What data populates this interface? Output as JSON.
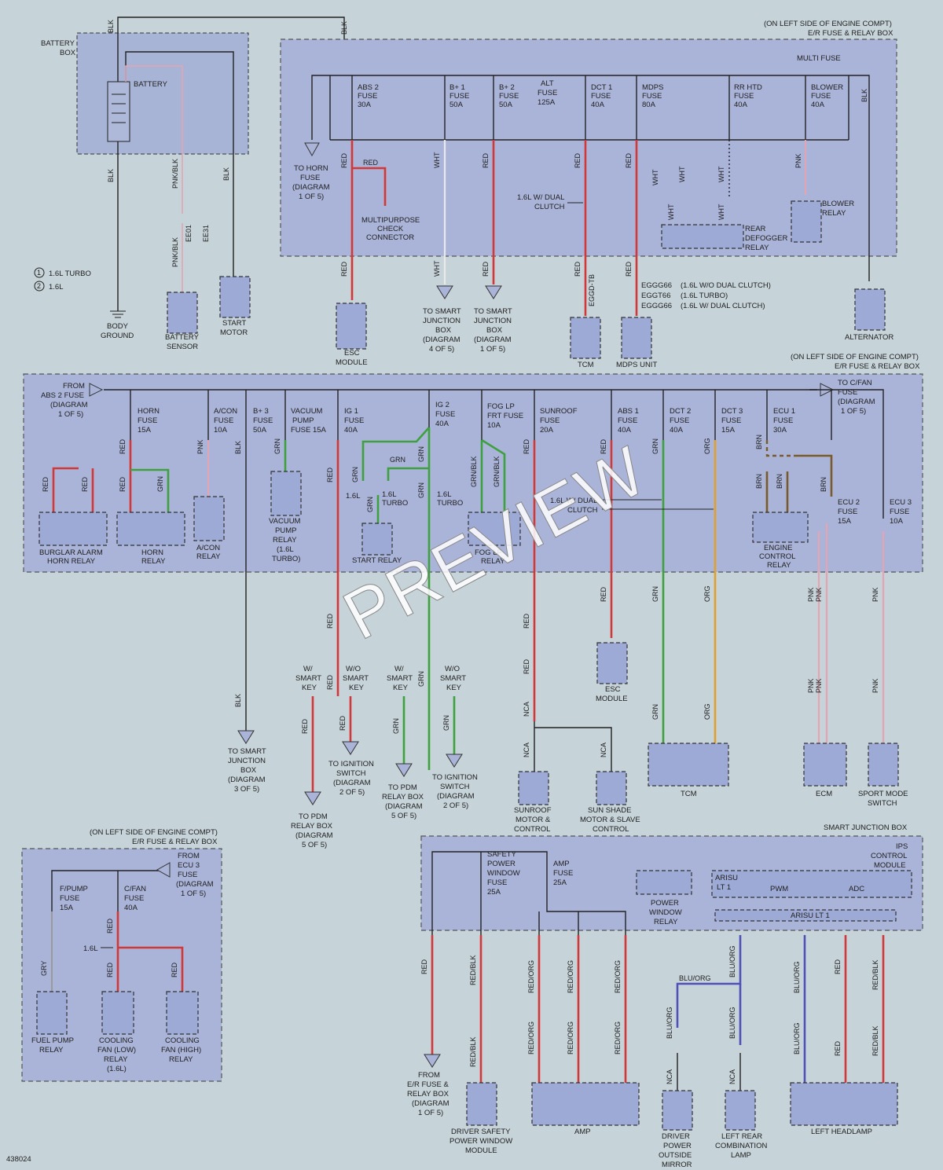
{
  "doc_id": "438024",
  "watermark": "PREVIEW",
  "colors": {
    "red": "#d23838",
    "pink": "#e5a4b4",
    "green": "#3ea03e",
    "orange": "#e0a030",
    "white": "#e9e9e9",
    "black": "#222222",
    "gray": "#9a9a9a",
    "brown": "#7a5a2a",
    "blue": "#5050b8"
  },
  "legend": [
    {
      "num": "1",
      "text": "1.6L TURBO"
    },
    {
      "num": "2",
      "text": "1.6L"
    }
  ],
  "top": {
    "battery_box_line1": "BATTERY",
    "battery_box_line2": "BOX",
    "battery": "BATTERY",
    "er_line1": "(ON LEFT SIDE OF ENGINE COMPT)",
    "er_line2": "E/R FUSE & RELAY BOX",
    "multi_fuse": "MULTI FUSE",
    "fuses": [
      {
        "n": "ABS 2",
        "t": "FUSE",
        "a": "30A"
      },
      {
        "n": "B+ 1",
        "t": "FUSE",
        "a": "50A"
      },
      {
        "n": "B+ 2",
        "t": "FUSE",
        "a": "50A"
      },
      {
        "n": "ALT",
        "t": "FUSE",
        "a": "125A"
      },
      {
        "n": "DCT 1",
        "t": "FUSE",
        "a": "40A"
      },
      {
        "n": "MDPS",
        "t": "FUSE",
        "a": "80A"
      },
      {
        "n": "RR HTD",
        "t": "FUSE",
        "a": "40A"
      },
      {
        "n": "BLOWER",
        "t": "FUSE",
        "a": "40A"
      }
    ],
    "to_horn": [
      "TO HORN",
      "FUSE",
      "(DIAGRAM",
      "1 OF 5)"
    ],
    "multipurpose": [
      "MULTIPURPOSE",
      "CHECK",
      "CONNECTOR"
    ],
    "dual_clutch": [
      "1.6L W/ DUAL",
      "CLUTCH"
    ],
    "rear_defogger": [
      "REAR",
      "DEFOGGER",
      "RELAY"
    ],
    "blower_relay": [
      "BLOWER",
      "RELAY"
    ],
    "body_ground": [
      "BODY",
      "GROUND"
    ],
    "battery_sensor": [
      "BATTERY",
      "SENSOR"
    ],
    "start_motor": [
      "START",
      "MOTOR"
    ],
    "esc_module": [
      "ESC",
      "MODULE"
    ],
    "to_smart_b": [
      "TO SMART",
      "JUNCTION",
      "BOX",
      "(DIAGRAM",
      "4 OF 5)"
    ],
    "to_smart_c": [
      "TO SMART",
      "JUNCTION",
      "BOX",
      "(DIAGRAM",
      "1 OF 5)"
    ],
    "tcm": "TCM",
    "mdps": "MDPS UNIT",
    "alternator": "ALTERNATOR",
    "eggg": [
      {
        "c": "EGGG66",
        "t": "(1.6L W/O DUAL CLUTCH)"
      },
      {
        "c": "EGGT66",
        "t": "(1.6L TURBO)"
      },
      {
        "c": "EGGG66",
        "t": "(1.6L W/ DUAL CLUTCH)"
      }
    ],
    "conn_ee01": "EE01",
    "conn_ee31": "EE31",
    "conn_eggd": "EGGD-TB"
  },
  "mid": {
    "er_line1": "(ON LEFT SIDE OF ENGINE COMPT)",
    "er_line2": "E/R FUSE & RELAY BOX",
    "from_abs2": [
      "FROM",
      "ABS 2 FUSE",
      "(DIAGRAM",
      "1 OF 5)"
    ],
    "to_cfan": [
      "TO C/FAN",
      "FUSE",
      "(DIAGRAM",
      "1 OF 5)"
    ],
    "fuses": [
      {
        "n": "HORN",
        "t": "FUSE",
        "a": "15A"
      },
      {
        "n": "A/CON",
        "t": "FUSE",
        "a": "10A"
      },
      {
        "n": "B+ 3",
        "t": "FUSE",
        "a": "50A"
      },
      {
        "n": "VACUUM",
        "t": "PUMP",
        "a": "FUSE 15A"
      },
      {
        "n": "IG 1",
        "t": "FUSE",
        "a": "40A"
      },
      {
        "n": "IG 2",
        "t": "FUSE",
        "a": "40A"
      },
      {
        "n": "FOG LP",
        "t": "FRT FUSE",
        "a": "10A"
      },
      {
        "n": "SUNROOF",
        "t": "FUSE",
        "a": "20A"
      },
      {
        "n": "ABS 1",
        "t": "FUSE",
        "a": "40A"
      },
      {
        "n": "DCT 2",
        "t": "FUSE",
        "a": "40A"
      },
      {
        "n": "DCT 3",
        "t": "FUSE",
        "a": "15A"
      },
      {
        "n": "ECU 1",
        "t": "FUSE",
        "a": "30A"
      }
    ],
    "ecu2": [
      "ECU 2",
      "FUSE",
      "15A"
    ],
    "ecu3": [
      "ECU 3",
      "FUSE",
      "10A"
    ],
    "burglar": [
      "BURGLAR ALARM",
      "HORN RELAY"
    ],
    "horn_relay": [
      "HORN",
      "RELAY"
    ],
    "acon_relay": [
      "A/CON",
      "RELAY"
    ],
    "vacuum_relay": [
      "VACUUM",
      "PUMP",
      "RELAY",
      "(1.6L",
      "TURBO)"
    ],
    "start_relay": "START RELAY",
    "fog_relay": [
      "FOG LP",
      "RELAY"
    ],
    "engine_relay": [
      "ENGINE",
      "CONTROL",
      "RELAY"
    ],
    "dual_clutch": [
      "1.6L W/ DUAL",
      "CLUTCH"
    ],
    "l16": "1.6L",
    "turbo": "1.6L TURBO",
    "l16b": "1.6L",
    "turbo_b": "1.6L",
    "turbo_c": "TURBO",
    "turbo_d": "TURBO"
  },
  "low": {
    "wsk": [
      "W/",
      "SMART",
      "KEY"
    ],
    "wosk": [
      "W/O",
      "SMART",
      "KEY"
    ],
    "to_smart_d": [
      "TO SMART",
      "JUNCTION",
      "BOX",
      "(DIAGRAM",
      "3 OF 5)"
    ],
    "to_pdm_r": [
      "TO PDM",
      "RELAY BOX",
      "(DIAGRAM",
      "5 OF 5)"
    ],
    "to_ign_e": [
      "TO IGNITION",
      "SWITCH",
      "(DIAGRAM",
      "2 OF 5)"
    ],
    "to_pdm_s": [
      "TO PDM",
      "RELAY BOX",
      "(DIAGRAM",
      "5 OF 5)"
    ],
    "to_ign_f": [
      "TO IGNITION",
      "SWITCH",
      "(DIAGRAM",
      "2 OF 5)"
    ],
    "sunroof": [
      "SUNROOF",
      "MOTOR &",
      "CONTROL"
    ],
    "sunshade": [
      "SUN SHADE",
      "MOTOR & SLAVE",
      "CONTROL"
    ],
    "esc": [
      "ESC",
      "MODULE"
    ],
    "tcm": "TCM",
    "ecm": "ECM",
    "sport": [
      "SPORT MODE",
      "SWITCH"
    ]
  },
  "bl": {
    "er_line1": "(ON LEFT SIDE OF ENGINE COMPT)",
    "er_line2": "E/R FUSE & RELAY BOX",
    "from_ecu3": [
      "FROM",
      "ECU 3",
      "FUSE",
      "(DIAGRAM",
      "1 OF 5)"
    ],
    "fpump": [
      "F/PUMP",
      "FUSE",
      "15A"
    ],
    "cfan": [
      "C/FAN",
      "FUSE",
      "40A"
    ],
    "fuel_relay": [
      "FUEL PUMP",
      "RELAY"
    ],
    "fan_low": [
      "COOLING",
      "FAN (LOW)",
      "RELAY",
      "(1.6L)"
    ],
    "fan_high": [
      "COOLING",
      "FAN (HIGH)",
      "RELAY"
    ],
    "l16": "1.6L"
  },
  "br": {
    "sjb": "SMART JUNCTION BOX",
    "ips": [
      "IPS",
      "CONTROL",
      "MODULE"
    ],
    "safety": [
      "SAFETY",
      "POWER",
      "WINDOW",
      "FUSE",
      "25A"
    ],
    "amp_fuse": [
      "AMP",
      "FUSE",
      "25A"
    ],
    "pw_relay": [
      "POWER",
      "WINDOW",
      "RELAY"
    ],
    "arisu": [
      "ARISU",
      "LT 1"
    ],
    "pwm": "PWM",
    "adc": "ADC",
    "arisu_lt1": "ARISU LT 1",
    "from_er": [
      "FROM",
      "E/R FUSE &",
      "RELAY BOX",
      "(DIAGRAM",
      "1 OF 5)"
    ],
    "driver_pw": [
      "DRIVER SAFETY",
      "POWER WINDOW",
      "MODULE"
    ],
    "amp": "AMP",
    "mirror": [
      "DRIVER",
      "POWER",
      "OUTSIDE",
      "MIRROR"
    ],
    "rear_lamp": [
      "LEFT REAR",
      "COMBINATION",
      "LAMP"
    ],
    "headlamp": "LEFT HEADLAMP"
  },
  "wire_labels": {
    "blk": "BLK",
    "red": "RED",
    "wht": "WHT",
    "pnk": "PNK",
    "pnkblk": "PNK/BLK",
    "grn": "GRN",
    "grnblk": "GRN/BLK",
    "org": "ORG",
    "brn": "BRN",
    "nca": "NCA",
    "gry": "GRY",
    "redblk": "RED/BLK",
    "redorg": "RED/ORG",
    "bluorg": "BLU/ORG"
  }
}
